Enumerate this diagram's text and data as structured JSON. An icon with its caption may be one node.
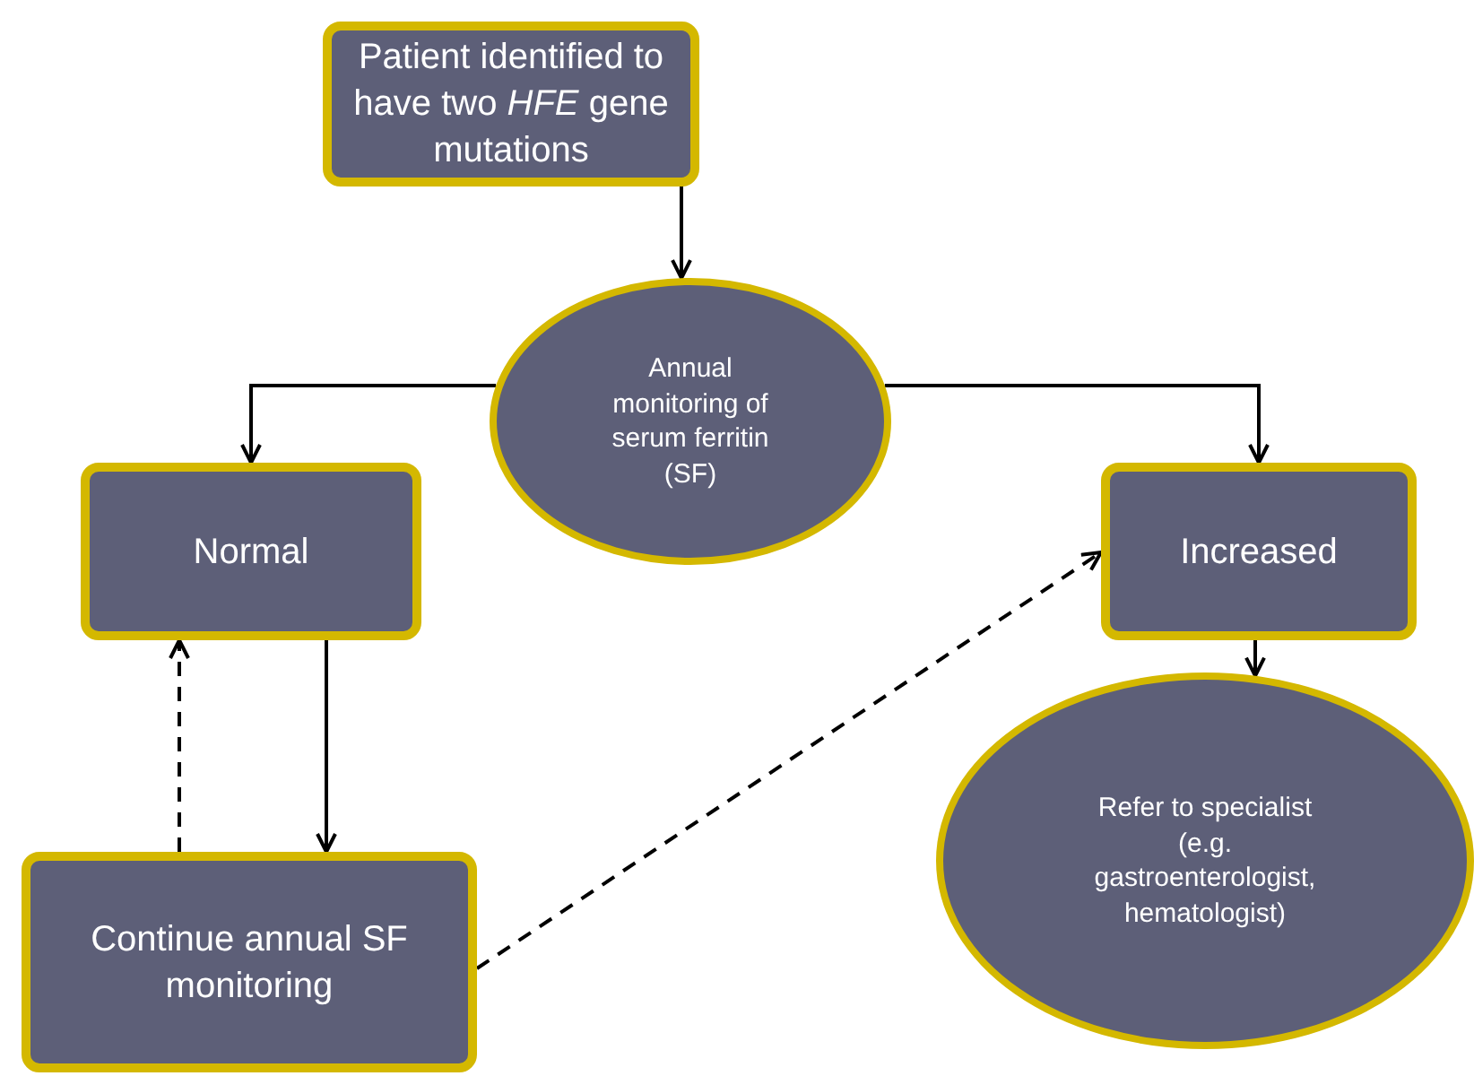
{
  "diagram": {
    "nodes": [
      {
        "text": [
          "Patient identified to have two *HFE* gene mutations"
        ]
      },
      {
        "text": [
          "Annual monitoring of serum ferritin (SF)"
        ]
      },
      {
        "text": [
          "Normal"
        ]
      },
      {
        "text": [
          "Increased"
        ]
      },
      {
        "text": [
          "Continue annual SF monitoring"
        ]
      },
      {
        "text": [
          "Refer to specialist (e.g. gastroenterologist, hematologist)"
        ]
      }
    ],
    "edges": [
      {
        "from": 0,
        "to": 1,
        "arrow": "to"
      },
      {
        "from": 1,
        "to": 2,
        "arrow": "to"
      },
      {
        "from": 1,
        "to": 3,
        "arrow": "to"
      },
      {
        "from": 2,
        "to": 4,
        "arrow": "to"
      },
      {
        "from": 4,
        "to": 2,
        "arrow": "to",
        "style": "dashed"
      },
      {
        "from": 4,
        "to": 3,
        "arrow": "to",
        "style": "dashed"
      },
      {
        "from": 3,
        "to": 5,
        "arrow": "to"
      }
    ]
  }
}
